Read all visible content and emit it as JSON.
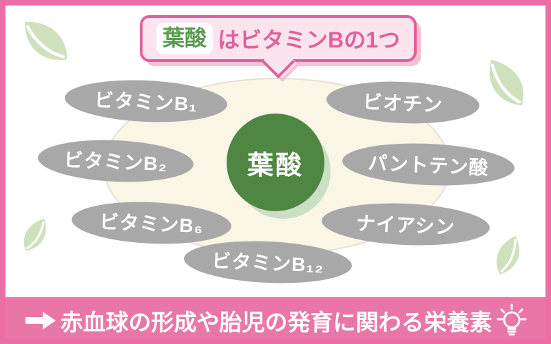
{
  "callout": {
    "highlight": "葉酸",
    "text": "はビタミンBの1つ"
  },
  "center_circle": {
    "label": "葉酸"
  },
  "vitamin_pills": [
    {
      "label": "ビタミンB₁"
    },
    {
      "label": "ビオチン"
    },
    {
      "label": "ビタミンB₂"
    },
    {
      "label": "パントテン酸"
    },
    {
      "label": "ビタミンB₆"
    },
    {
      "label": "ナイアシン"
    },
    {
      "label": "ビタミンB₁₂"
    }
  ],
  "footer": {
    "text": "赤血球の形成や胎児の発育に関わる栄養素"
  },
  "icons": {
    "arrow": "arrow-right-icon",
    "bulb": "lightbulb-icon",
    "leaf": "leaf-icon"
  },
  "colors": {
    "frame_pink": "#ec6ea4",
    "banner_pink": "#e877a7",
    "accent_pink": "#e0609a",
    "callout_bg": "#fbe4ee",
    "callout_shadow": "#f8c0d6",
    "circle_green": "#4f8742",
    "circle_shadow_green": "#cbdfc5",
    "highlight_text_green": "#5a9b51",
    "cream_ellipse": "#faf6e6",
    "pill_gray": "#a8a8a8",
    "leaf_green": "#cfe0bd",
    "white": "#ffffff"
  }
}
